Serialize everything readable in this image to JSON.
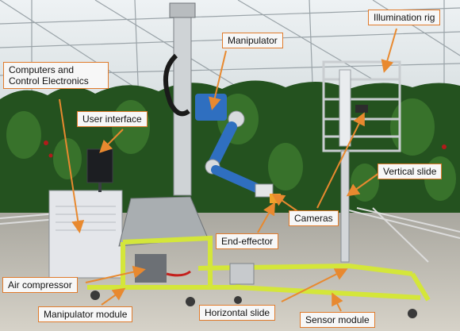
{
  "labels": {
    "computers_line1": "Computers and",
    "computers_line2": "Control Electronics",
    "manipulator": "Manipulator",
    "illumination_rig": "Illumination rig",
    "user_interface": "User interface",
    "vertical_slide": "Vertical slide",
    "cameras": "Cameras",
    "end_effector": "End-effector",
    "air_compressor": "Air compressor",
    "manipulator_module": "Manipulator module",
    "horizontal_slide": "Horizontal slide",
    "sensor_module": "Sensor module"
  },
  "colors": {
    "callout_border": "#e07b2c",
    "arrow": "#e8892f",
    "frame_yellow": "#d4e63a",
    "robot_blue": "#2f6fc0",
    "foliage": "#24521f",
    "floor": "#c9c4b8"
  }
}
